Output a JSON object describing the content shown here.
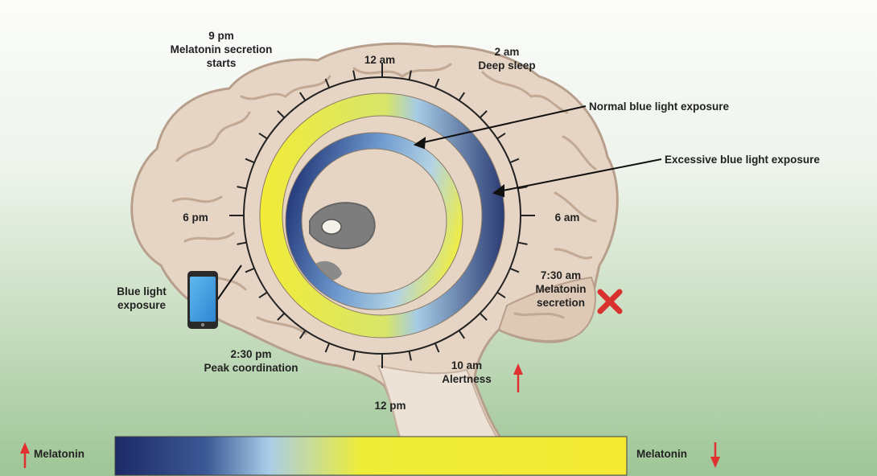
{
  "labels": {
    "nine_pm": [
      "9 pm",
      "Melatonin secretion",
      "starts"
    ],
    "twelve_am": "12 am",
    "two_am": [
      "2 am",
      "Deep sleep"
    ],
    "normal_exposure": "Normal blue light exposure",
    "excessive_exposure": "Excessive blue light exposure",
    "six_pm": "6 pm",
    "six_am": "6 am",
    "seven_thirty_am": [
      "7:30 am",
      "Melatonin",
      "secretion"
    ],
    "blue_light": [
      "Blue light",
      "exposure"
    ],
    "two_thirty_pm": [
      "2:30 pm",
      "Peak coordination"
    ],
    "ten_am": [
      "10 am",
      "Alertness"
    ],
    "twelve_pm": "12 pm",
    "melatonin_left": "Melatonin",
    "melatonin_right": "Melatonin"
  },
  "colors": {
    "dark_blue": "#1c2a66",
    "light_blue": "#a7cbe6",
    "yellow": "#f2ea33",
    "arrow_red": "#e03030",
    "x_red": "#d9322e",
    "brain": "#e6d4c3",
    "brain_outline": "#b79f8b"
  },
  "icons": [
    "phone-icon",
    "red-x-icon",
    "up-arrow-icon",
    "down-arrow-icon"
  ]
}
